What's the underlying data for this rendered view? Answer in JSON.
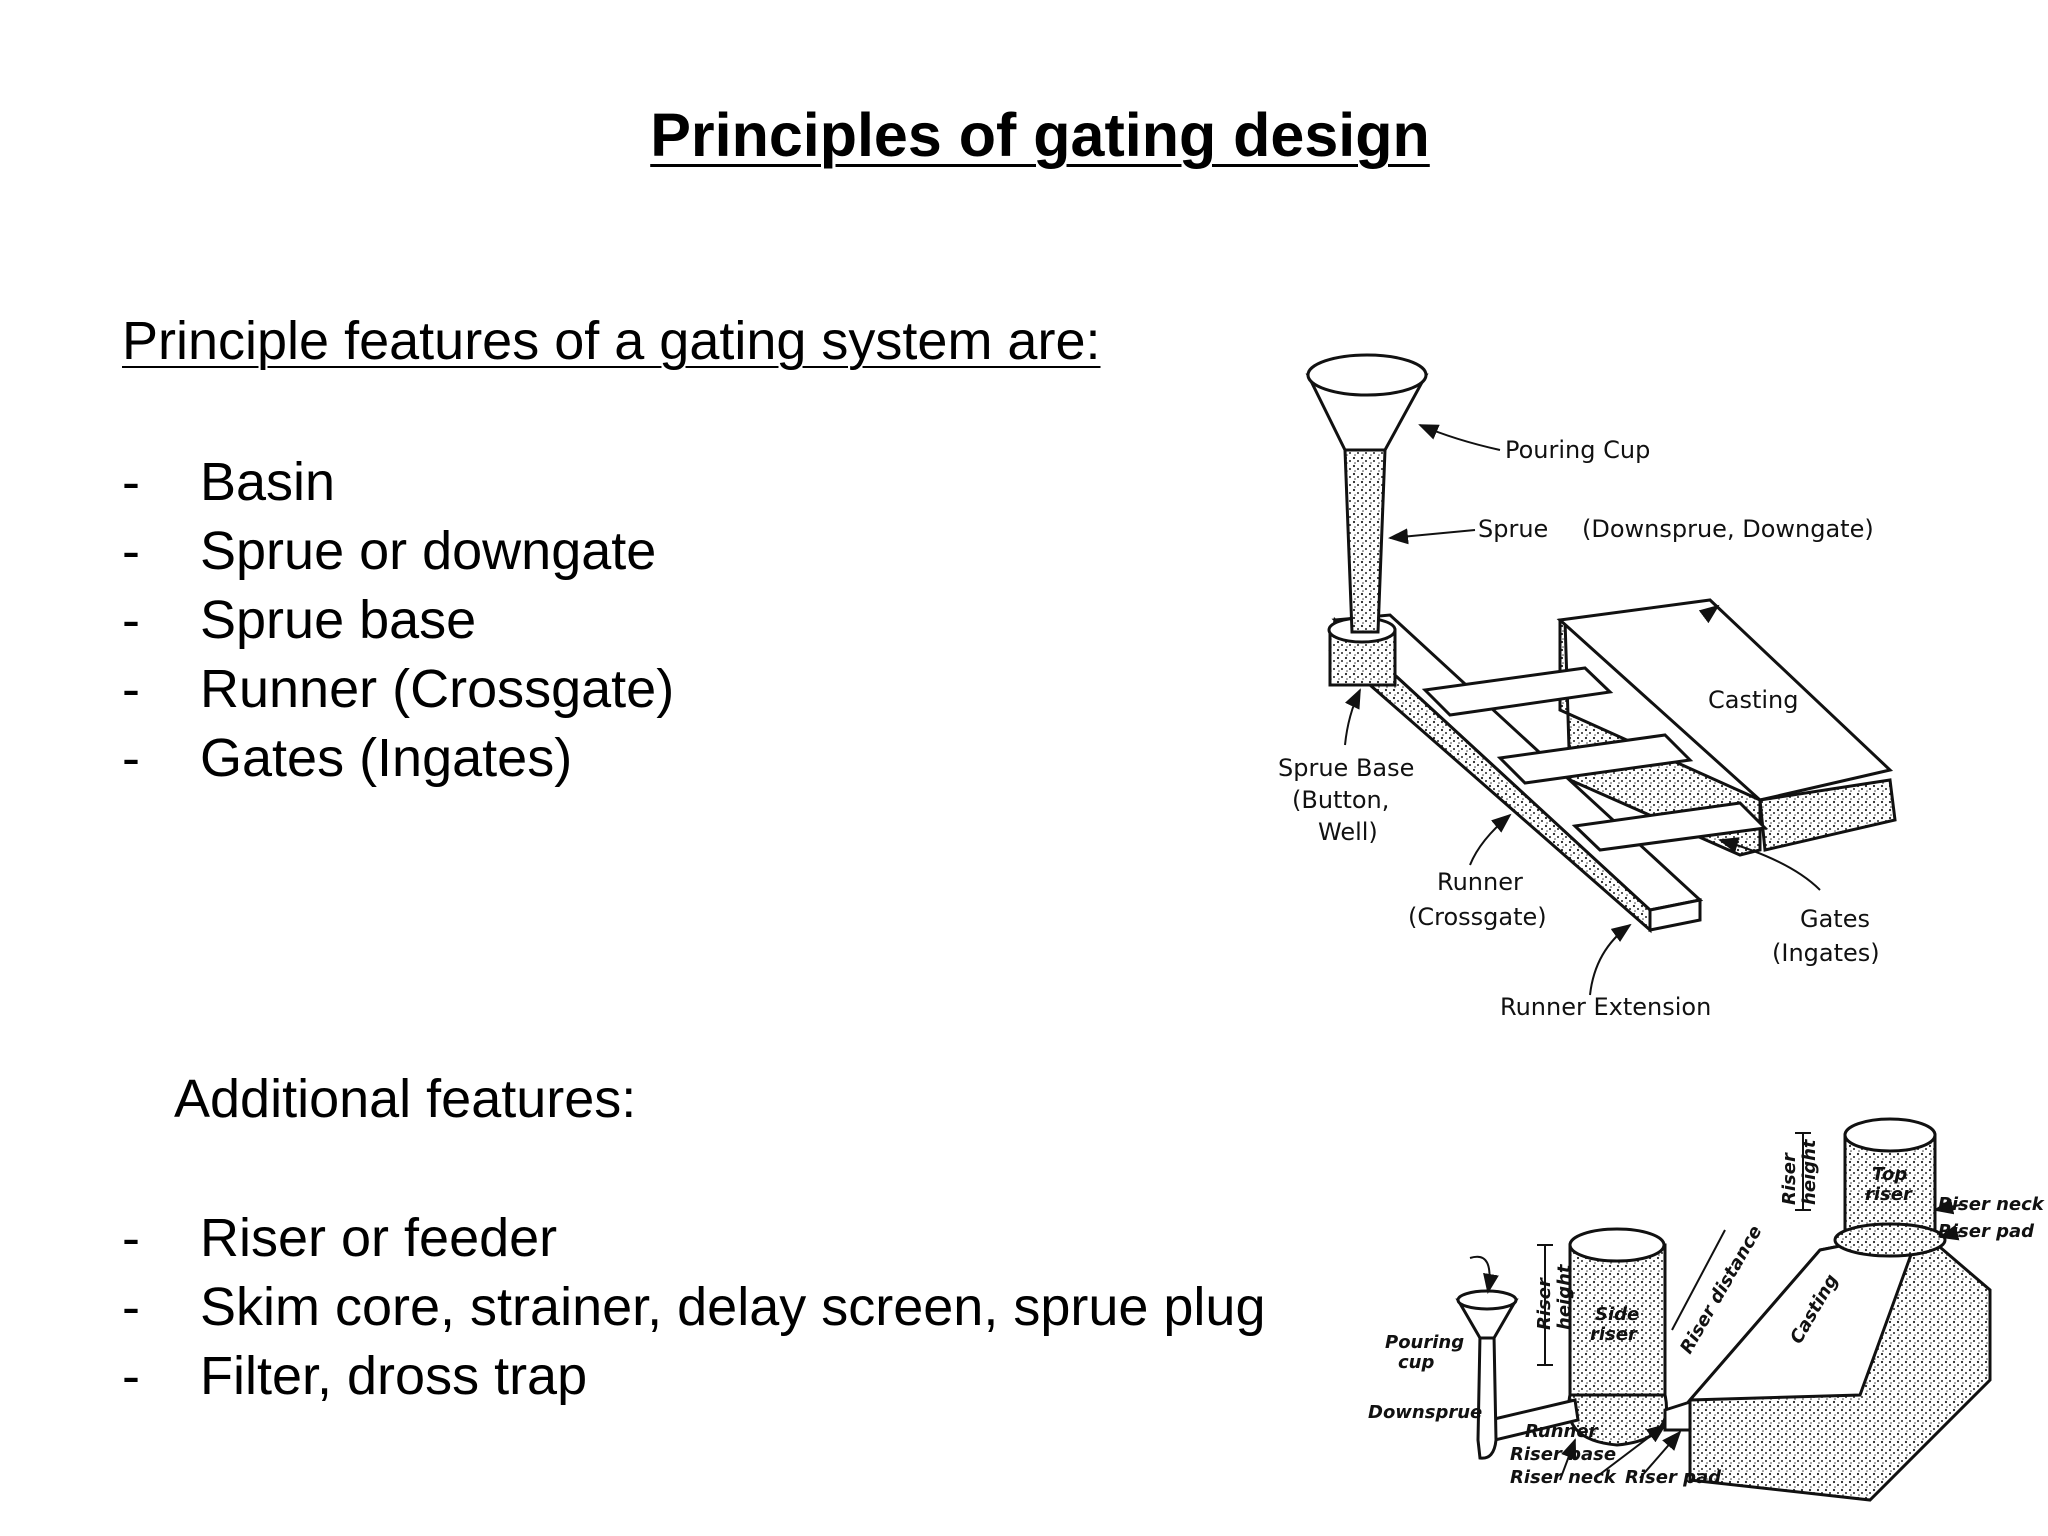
{
  "title": "Principles of gating design",
  "principle_heading": "Principle features of a gating system are:",
  "principle_features": [
    {
      "dash": "-",
      "text": "Basin"
    },
    {
      "dash": "-",
      "text": "Sprue or downgate"
    },
    {
      "dash": "-",
      "text": "Sprue base"
    },
    {
      "dash": "-",
      "text": "Runner (Crossgate)"
    },
    {
      "dash": "-",
      "text": "Gates (Ingates)"
    }
  ],
  "additional_heading": "Additional features:",
  "additional_features": [
    {
      "dash": "-",
      "text": "Riser or feeder"
    },
    {
      "dash": "-",
      "text": "Skim core, strainer, delay screen, sprue plug"
    },
    {
      "dash": "-",
      "text": "Filter, dross trap"
    }
  ],
  "diagram1": {
    "pouring_cup": "Pouring  Cup",
    "sprue": "Sprue",
    "sprue_alt": "(Downsprue, Downgate)",
    "casting": "Casting",
    "sprue_base": "Sprue Base",
    "sprue_base_alt1": "(Button,",
    "sprue_base_alt2": "Well)",
    "runner": "Runner",
    "runner_alt": "(Crossgate)",
    "gates": "Gates",
    "gates_alt": "(Ingates)",
    "runner_extension": "Runner  Extension"
  },
  "diagram2": {
    "riser_height_1": "Riser",
    "riser_height_2": "height",
    "top_riser_1": "Top",
    "top_riser_2": "riser",
    "riser_neck": "Riser neck",
    "riser_pad": "Riser pad",
    "side_riser_1": "Side",
    "side_riser_2": "riser",
    "riser_distance": "Riser distance",
    "casting": "Casting",
    "pouring_cup_1": "Pouring",
    "pouring_cup_2": "cup",
    "downsprue": "Downsprue",
    "runner": "Runner",
    "riser_base": "Riser base",
    "riser_neck_bottom": "Riser neck",
    "riser_pad_bottom": "Riser pad"
  }
}
